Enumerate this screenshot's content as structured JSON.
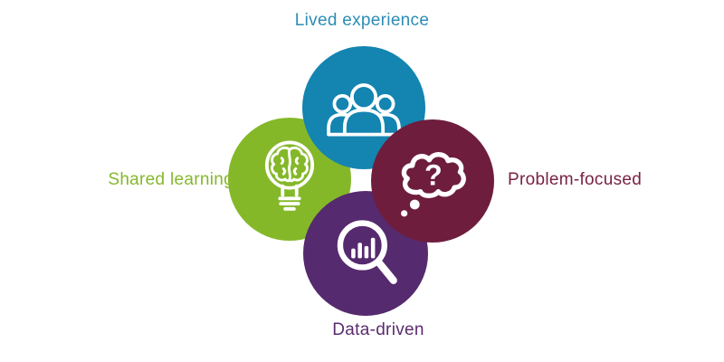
{
  "diagram": {
    "type": "four-circle-venn-infographic",
    "background": "#ffffff",
    "items": [
      {
        "label": "Lived experience",
        "position": "top",
        "circle_color": "#1484b1",
        "text_color": "#2d8cb5",
        "icon": "people-group-icon",
        "icon_color": "#ffffff"
      },
      {
        "label": "Shared learning",
        "position": "left",
        "circle_color": "#84b829",
        "text_color": "#86b82d",
        "icon": "brain-lightbulb-icon",
        "icon_color": "#ffffff"
      },
      {
        "label": "Problem-focused",
        "position": "right",
        "circle_color": "#6e1d3c",
        "text_color": "#792245",
        "icon": "question-thought-cloud-icon",
        "icon_color": "#ffffff"
      },
      {
        "label": "Data-driven",
        "position": "bottom",
        "circle_color": "#562a6e",
        "text_color": "#5a2c6f",
        "icon": "magnifier-bar-chart-icon",
        "icon_color": "#ffffff"
      }
    ]
  }
}
